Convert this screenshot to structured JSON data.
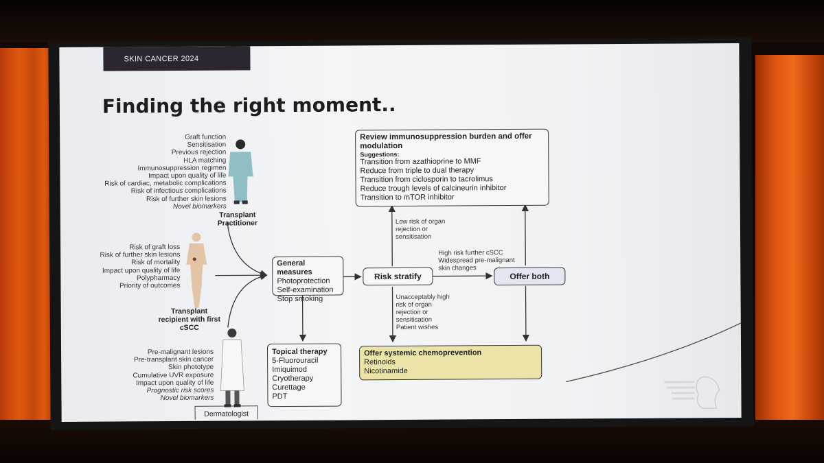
{
  "header_tag": "SKIN CANCER 2024",
  "title": "Finding the right moment..",
  "practitioner": {
    "factors": [
      "Graft function",
      "Sensitisation",
      "Previous rejection",
      "HLA matching",
      "Immunosuppression regimen",
      "Impact upon quality of life",
      "Risk of cardiac, metabolic complications",
      "Risk of infectious complications",
      "Risk of further skin lesions"
    ],
    "italic_factor": "Novel biomarkers",
    "label_line1": "Transplant",
    "label_line2": "Practitioner"
  },
  "recipient": {
    "factors": [
      "Risk of graft loss",
      "Risk of further skin lesions",
      "Risk of mortality",
      "Impact upon quality of life",
      "Polypharmacy",
      "Priority of outcomes"
    ],
    "label_line1": "Transplant",
    "label_line2": "recipient with first",
    "label_line3": "cSCC"
  },
  "dermatologist": {
    "factors": [
      "Pre-malignant lesions",
      "Pre-transplant skin cancer",
      "Skin phototype",
      "Cumulative UVR exposure",
      "Impact upon quality of life"
    ],
    "italic_factors": [
      "Prognostic risk scores",
      "Novel biomarkers"
    ],
    "label": "Dermatologist"
  },
  "general_measures": {
    "title": "General measures",
    "items": [
      "Photoprotection",
      "Self-examination",
      "Stop smoking"
    ]
  },
  "risk_stratify": "Risk stratify",
  "review_box": {
    "title": "Review immunosuppression burden and offer modulation",
    "subtitle": "Suggestions:",
    "items": [
      "Transition from azathioprine to MMF",
      "Reduce from triple to dual therapy",
      "Transition from ciclosporin to tacrolimus",
      "Reduce trough levels of calcineurin inhibitor",
      "Transition to mTOR inhibitor"
    ]
  },
  "low_risk_note": [
    "Low risk of organ",
    "rejection or",
    "sensitisation"
  ],
  "high_risk_note": [
    "High risk further cSCC",
    "Widespread pre-malignant",
    "skin changes"
  ],
  "offer_both": "Offer both",
  "unacceptable_note": [
    "Unacceptably high",
    "risk of organ",
    "rejection or",
    "sensitisation",
    "Patient wishes"
  ],
  "topical": {
    "title": "Topical therapy",
    "items": [
      "5-Fluorouracil",
      "Imiquimod",
      "Cryotherapy",
      "Curettage",
      "PDT"
    ]
  },
  "systemic": {
    "title": "Offer systemic chemoprevention",
    "items": [
      "Retinoids",
      "Nicotinamide"
    ]
  },
  "colors": {
    "screen": "#f2f3f5",
    "header_tag_bg": "#2b2630",
    "curtain": "#e05a12",
    "offer_both_bg": "#e3e6f1",
    "systemic_bg": "#ebe3a8"
  }
}
